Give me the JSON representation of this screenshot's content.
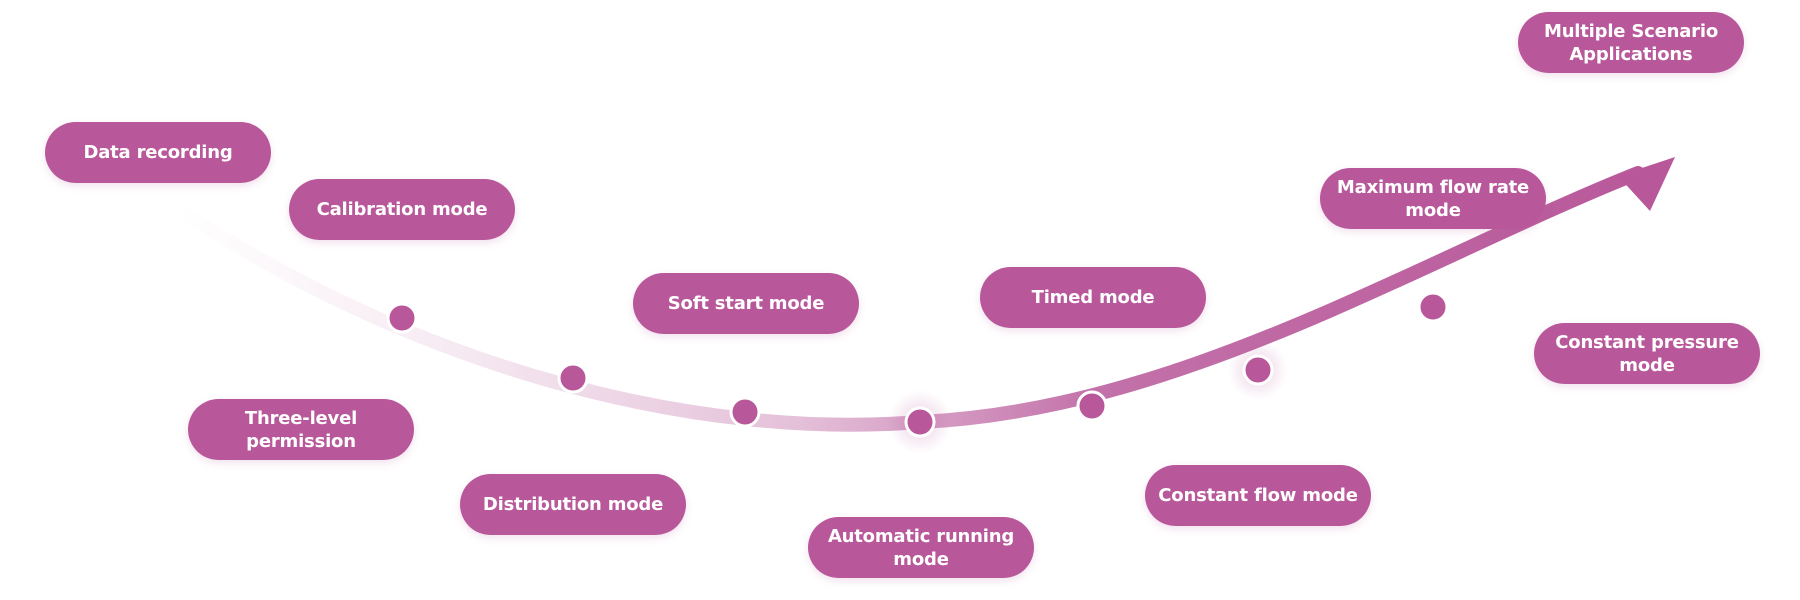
{
  "colors": {
    "accent": "#b8589a",
    "node_ring": "#ffffff",
    "background": "#ffffff"
  },
  "labels": {
    "data_recording": "Data recording",
    "calibration_mode": "Calibration mode",
    "three_level_permission": "Three-level permission",
    "distribution_mode": "Distribution mode",
    "soft_start_mode": "Soft start mode",
    "automatic_running_mode": "Automatic running mode",
    "timed_mode": "Timed mode",
    "constant_flow_mode": "Constant flow mode",
    "maximum_flow_rate_mode": "Maximum flow rate mode",
    "constant_pressure_mode": "Constant pressure mode",
    "multiple_scenario_applications": "Multiple Scenario Applications"
  }
}
